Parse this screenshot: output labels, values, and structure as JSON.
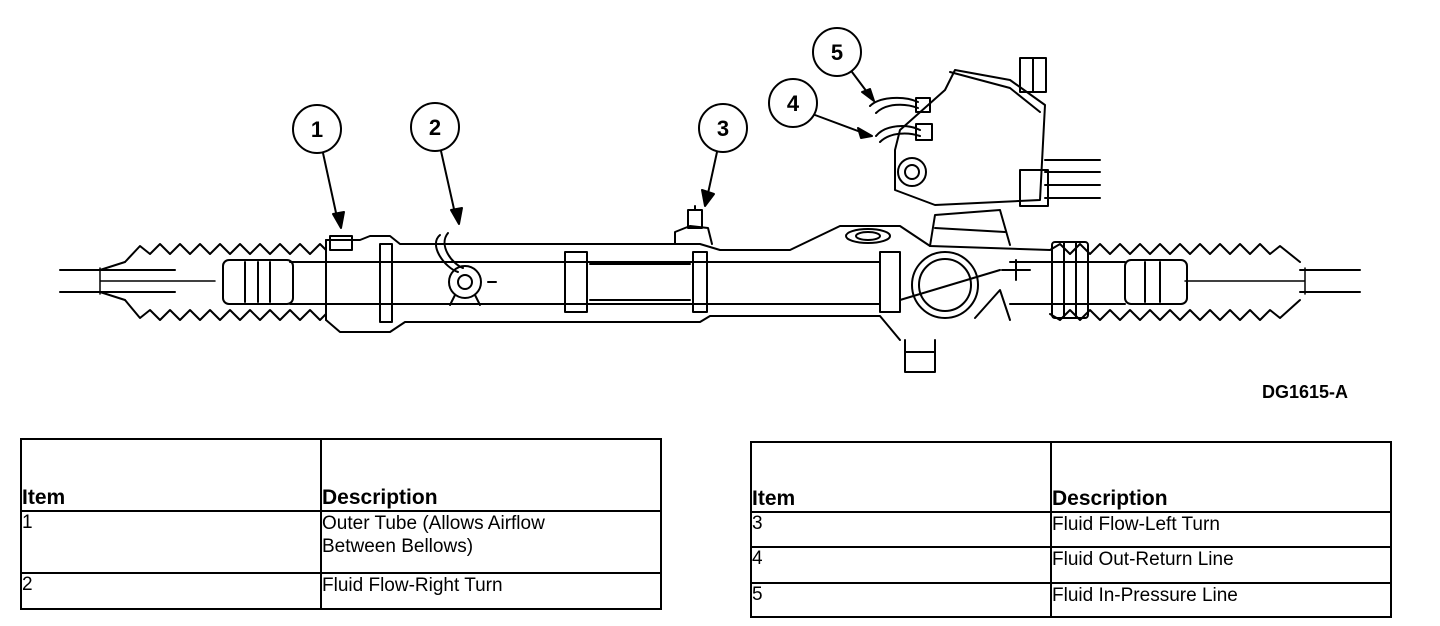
{
  "figure_code": "DG1615-A",
  "callouts": [
    "1",
    "2",
    "3",
    "4",
    "5"
  ],
  "legend_left": {
    "header_item": "Item",
    "header_description": "Description",
    "rows": [
      {
        "item": "1",
        "description_line1": "Outer Tube (Allows Airflow",
        "description_line2": "Between Bellows)"
      },
      {
        "item": "2",
        "description_line1": "Fluid Flow-Right Turn",
        "description_line2": ""
      }
    ]
  },
  "legend_right": {
    "header_item": "Item",
    "header_description": "Description",
    "rows": [
      {
        "item": "3",
        "description": "Fluid Flow-Left Turn"
      },
      {
        "item": "4",
        "description": "Fluid Out-Return Line"
      },
      {
        "item": "5",
        "description": "Fluid In-Pressure Line"
      }
    ]
  }
}
